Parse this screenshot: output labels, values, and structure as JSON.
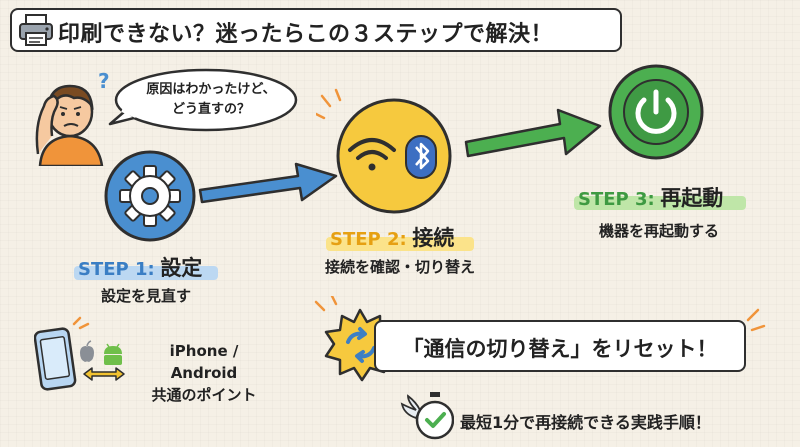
{
  "title": "印刷できない？迷ったらこの３ステップで解決！",
  "speech_bubble": {
    "line1": "原因はわかったけど、",
    "line2": "どう直すの？"
  },
  "steps": [
    {
      "label": "STEP 1:",
      "name": "設定",
      "description": "設定を見直す",
      "icon": "gear-icon",
      "color": "#4a8fd0"
    },
    {
      "label": "STEP 2:",
      "name": "接続",
      "description": "接続を確認・切り替え",
      "icon": "wifi-bluetooth-icon",
      "color": "#f6c93e"
    },
    {
      "label": "STEP 3:",
      "name": "再起動",
      "description": "機器を再起動する",
      "icon": "power-icon",
      "color": "#4caf50"
    }
  ],
  "devices_panel": {
    "line1": "iPhone / Android",
    "line2": "共通のポイント"
  },
  "reset_banner": "「通信の切り替え」をリセット！",
  "bottom_note": "最短1分で再接続できる実践手順！",
  "colors": {
    "background": "#f5f0e6",
    "blue": "#4a8fd0",
    "yellow": "#f6c93e",
    "green": "#4caf50",
    "outline": "#2f2f2f",
    "highlight_yellow": "#fbe38a",
    "highlight_green": "#bfe6a8",
    "highlight_blue": "#bcd8f2"
  }
}
